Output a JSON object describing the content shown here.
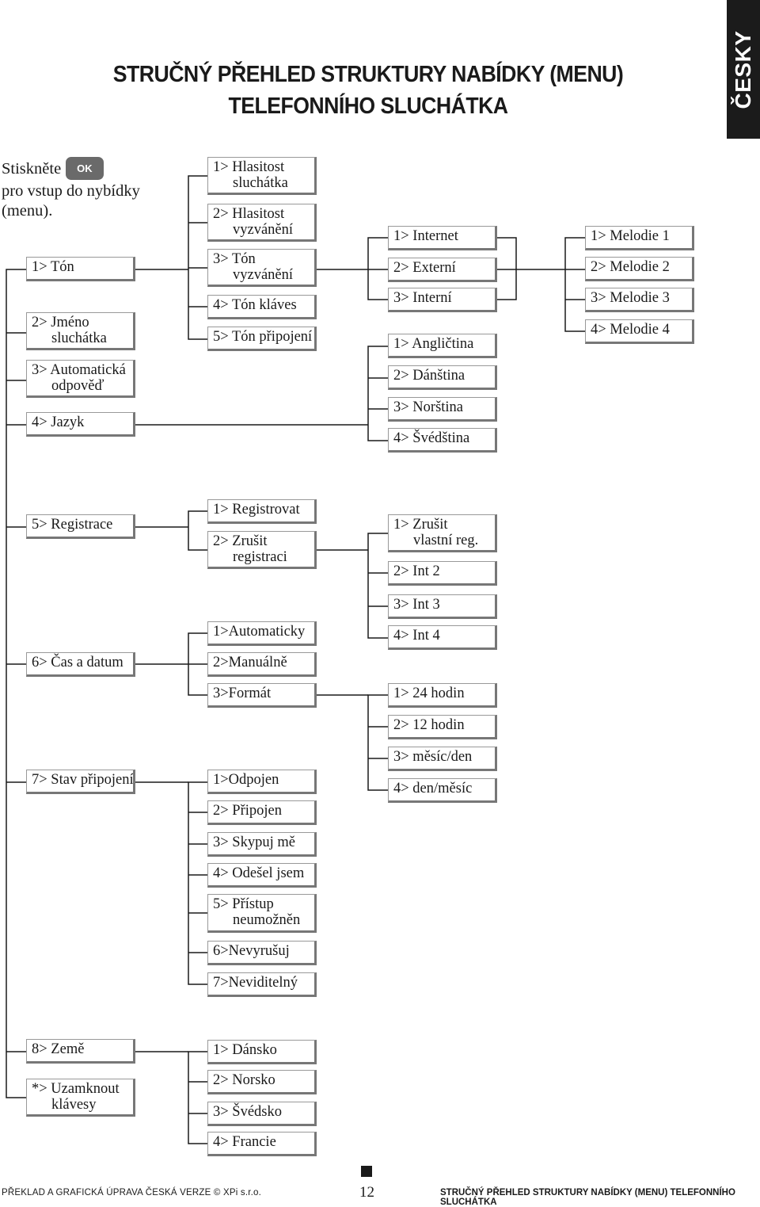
{
  "language_tab": "ČESKY",
  "title_line1": "STRUČNÝ PŘEHLED STRUKTURY NABÍDKY (MENU)",
  "title_line2": "TELEFONNÍHO SLUCHÁTKA",
  "intro": {
    "before": "Stiskněte",
    "key": "OK",
    "line2": "pro vstup do nybídky",
    "line3": "(menu)."
  },
  "menu": {
    "main": {
      "ton": "1> Tón",
      "jmeno": [
        "2> Jméno",
        "sluchátka"
      ],
      "odpoved": [
        "3> Automatická",
        "odpověď"
      ],
      "jazyk": "4> Jazyk",
      "registrace": "5> Registrace",
      "cas": "6> Čas a datum",
      "stav": "7> Stav připojení",
      "zeme": "8> Země",
      "zamek": [
        "*> Uzamknout",
        "klávesy"
      ]
    },
    "ton_sub": {
      "hlas_sluch": [
        "1> Hlasitost",
        "sluchátka"
      ],
      "hlas_vyzv": [
        "2> Hlasitost",
        "vyzvánění"
      ],
      "ton_vyzv": [
        "3> Tón",
        "vyzvánění"
      ],
      "klaves": "4> Tón kláves",
      "pripojeni": "5> Tón připojení"
    },
    "vyzv_sub": {
      "internet": "1> Internet",
      "externi": "2> Externí",
      "interni": "3> Interní"
    },
    "melodie": [
      "1> Melodie 1",
      "2> Melodie 2",
      "3> Melodie 3",
      "4> Melodie 4"
    ],
    "jazyky": [
      "1> Angličtina",
      "2> Dánština",
      "3> Norština",
      "4> Švédština"
    ],
    "reg_sub": {
      "registrovat": "1> Registrovat",
      "zrusit": [
        "2> Zrušit",
        "registraci"
      ]
    },
    "zrus_sub": {
      "vlastni": [
        "1> Zrušit",
        "vlastní reg."
      ],
      "int2": "2> Int 2",
      "int3": "3> Int 3",
      "int4": "4> Int 4"
    },
    "cas_sub": {
      "auto": "1>Automaticky",
      "manual": "2>Manuálně",
      "format": "3>Formát"
    },
    "format_sub": [
      "1> 24 hodin",
      "2> 12 hodin",
      "3> měsíc/den",
      "4> den/měsíc"
    ],
    "stav_sub": {
      "odpojen": "1>Odpojen",
      "pripojen": "2> Připojen",
      "skypuj": "3> Skypuj mě",
      "odesel": "4> Odešel jsem",
      "pristup": [
        "5> Přístup",
        "neumožněn"
      ],
      "nevyrusuj": "6>Nevyrušuj",
      "neviditelny": "7>Neviditelný"
    },
    "zeme_sub": [
      "1> Dánsko",
      "2> Norsko",
      "3> Švédsko",
      "4> Francie"
    ]
  },
  "footer": {
    "left": "PŘEKLAD A GRAFICKÁ ÚPRAVA ČESKÁ VERZE © XPi s.r.o.",
    "page": "12",
    "right": "STRUČNÝ PŘEHLED STRUKTURY NABÍDKY (MENU) TELEFONNÍHO SLUCHÁTKA"
  }
}
